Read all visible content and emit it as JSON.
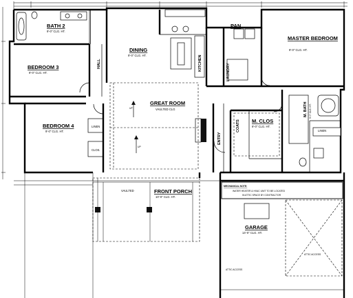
{
  "rooms": {
    "bath2": {
      "name": "BATH 2",
      "ceiling": "9'-0\" CLG. HT."
    },
    "dining": {
      "name": "DINING",
      "ceiling": "9'-0\" CLG. HT."
    },
    "pan": {
      "name": "PAN"
    },
    "kitchen": {
      "name": "KITCHEN"
    },
    "laundry": {
      "name": "LAUNDRY"
    },
    "master": {
      "name": "MASTER BEDROOM",
      "ceiling": "9'-0\" CLG. HT."
    },
    "bedroom3": {
      "name": "BEDROOM 3",
      "ceiling": "9'-0\" CLG. HT."
    },
    "hall": {
      "name": "HALL"
    },
    "great_room": {
      "name": "GREAT ROOM",
      "ceiling": "VAULTED CLG"
    },
    "bedroom4": {
      "name": "BEDROOM 4",
      "ceiling": "9'-0\" CLG. HT."
    },
    "linen": {
      "name": "LINEN"
    },
    "clos": {
      "name": "CLOS."
    },
    "entry": {
      "name": "ENTRY"
    },
    "coats": {
      "name": "COATS"
    },
    "m_clos": {
      "name": "M. CLOS",
      "ceiling": "9'-0\" CLG. HT."
    },
    "m_bath": {
      "name": "M. BATH",
      "ceiling": "9'-0\" CLG. HT."
    },
    "m_linen": {
      "name": "LINEN"
    },
    "front_porch": {
      "name": "FRONT PORCH",
      "ceiling": "10'-0\" CLG. HT.",
      "note": "VAULTED"
    },
    "garage": {
      "name": "GARAGE",
      "ceiling": "14'-0\" CLG. HT."
    }
  },
  "notes": {
    "mechanical_title": "MECHANICAL NOTE:",
    "mechanical_line1": "WATER HEATER & HVAC UNIT TO BE LOCATED",
    "mechanical_line2": "IN ATTIC SPACE BY CONTRACTOR",
    "attic_access_1": "ATTIC ACCESS",
    "attic_access_2": "ATTIC ACCESS",
    "up_arrow_1": "UP",
    "up_arrow_2": "UP"
  }
}
